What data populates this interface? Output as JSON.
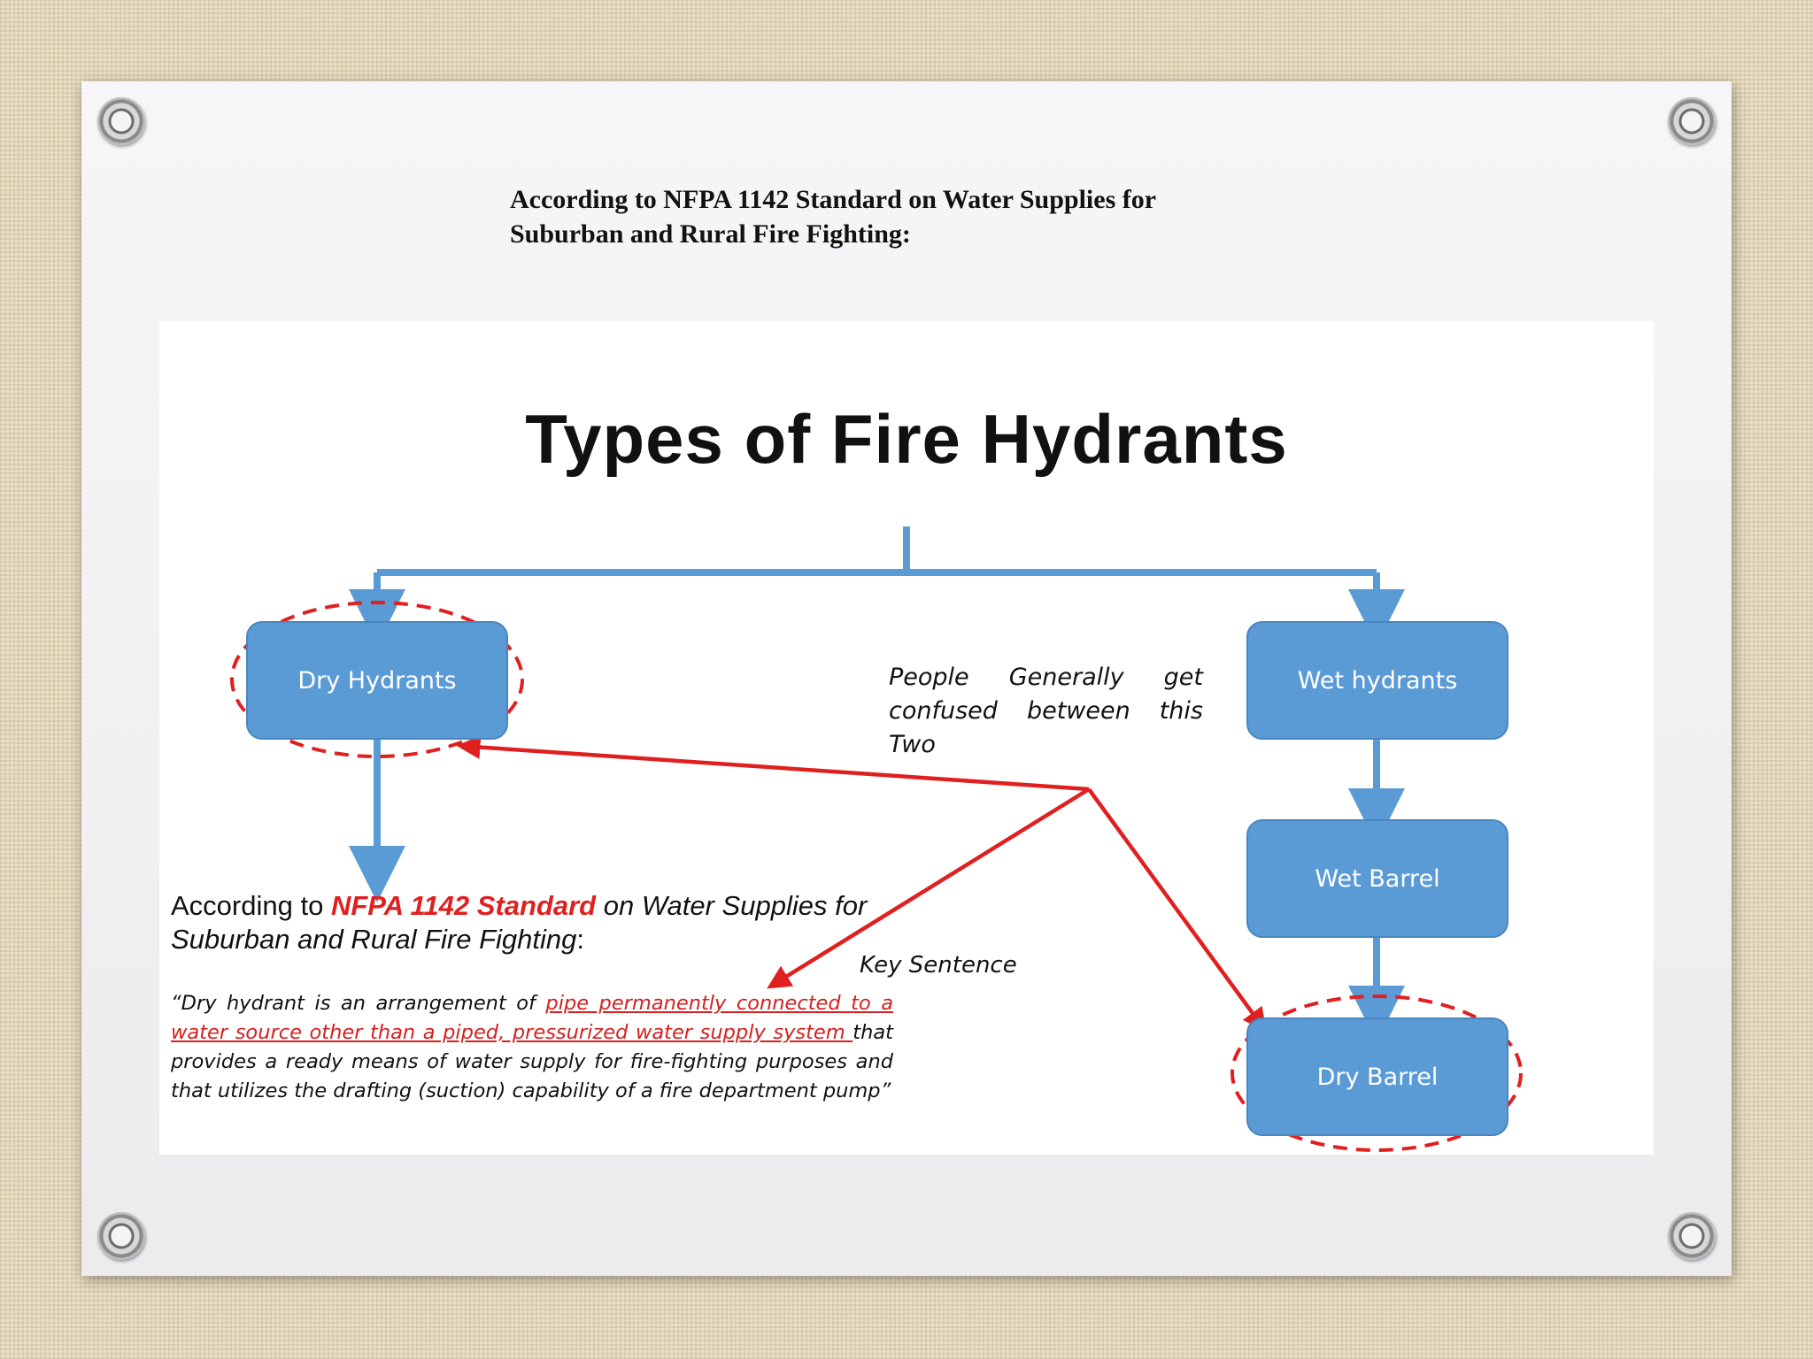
{
  "slide": {
    "heading_line1": "According to NFPA 1142 Standard on Water Supplies for",
    "heading_line2": "Suburban and Rural Fire Fighting:"
  },
  "diagram": {
    "title": "Types of Fire Hydrants",
    "nodes": {
      "dry_hydrants": "Dry Hydrants",
      "wet_hydrants": "Wet hydrants",
      "wet_barrel": "Wet Barrel",
      "dry_barrel": "Dry Barrel"
    },
    "confused_note": {
      "w1": "People",
      "w2": "Generally",
      "w3": "get",
      "line2": "confused between this Two"
    },
    "key_sentence_label": "Key Sentence",
    "according": {
      "prefix": "According to ",
      "standard": "NFPA 1142 Standard",
      "suffix_line1": " on Water Supplies for",
      "line2": "Suburban and Rural Fire Fighting",
      "colon": ":"
    },
    "quote": {
      "part1": "“Dry hydrant is an arrangement of ",
      "underlined": "pipe permanently connected to a water source other than a piped, pressurized water supply system ",
      "part2": "that provides a ready means of water supply for fire-fighting purposes and that utilizes the drafting (suction) capability of a fire department pump”"
    },
    "colors": {
      "node_fill": "#5b9bd5",
      "connector": "#5b9bd5",
      "highlight_red": "#e02020"
    }
  }
}
